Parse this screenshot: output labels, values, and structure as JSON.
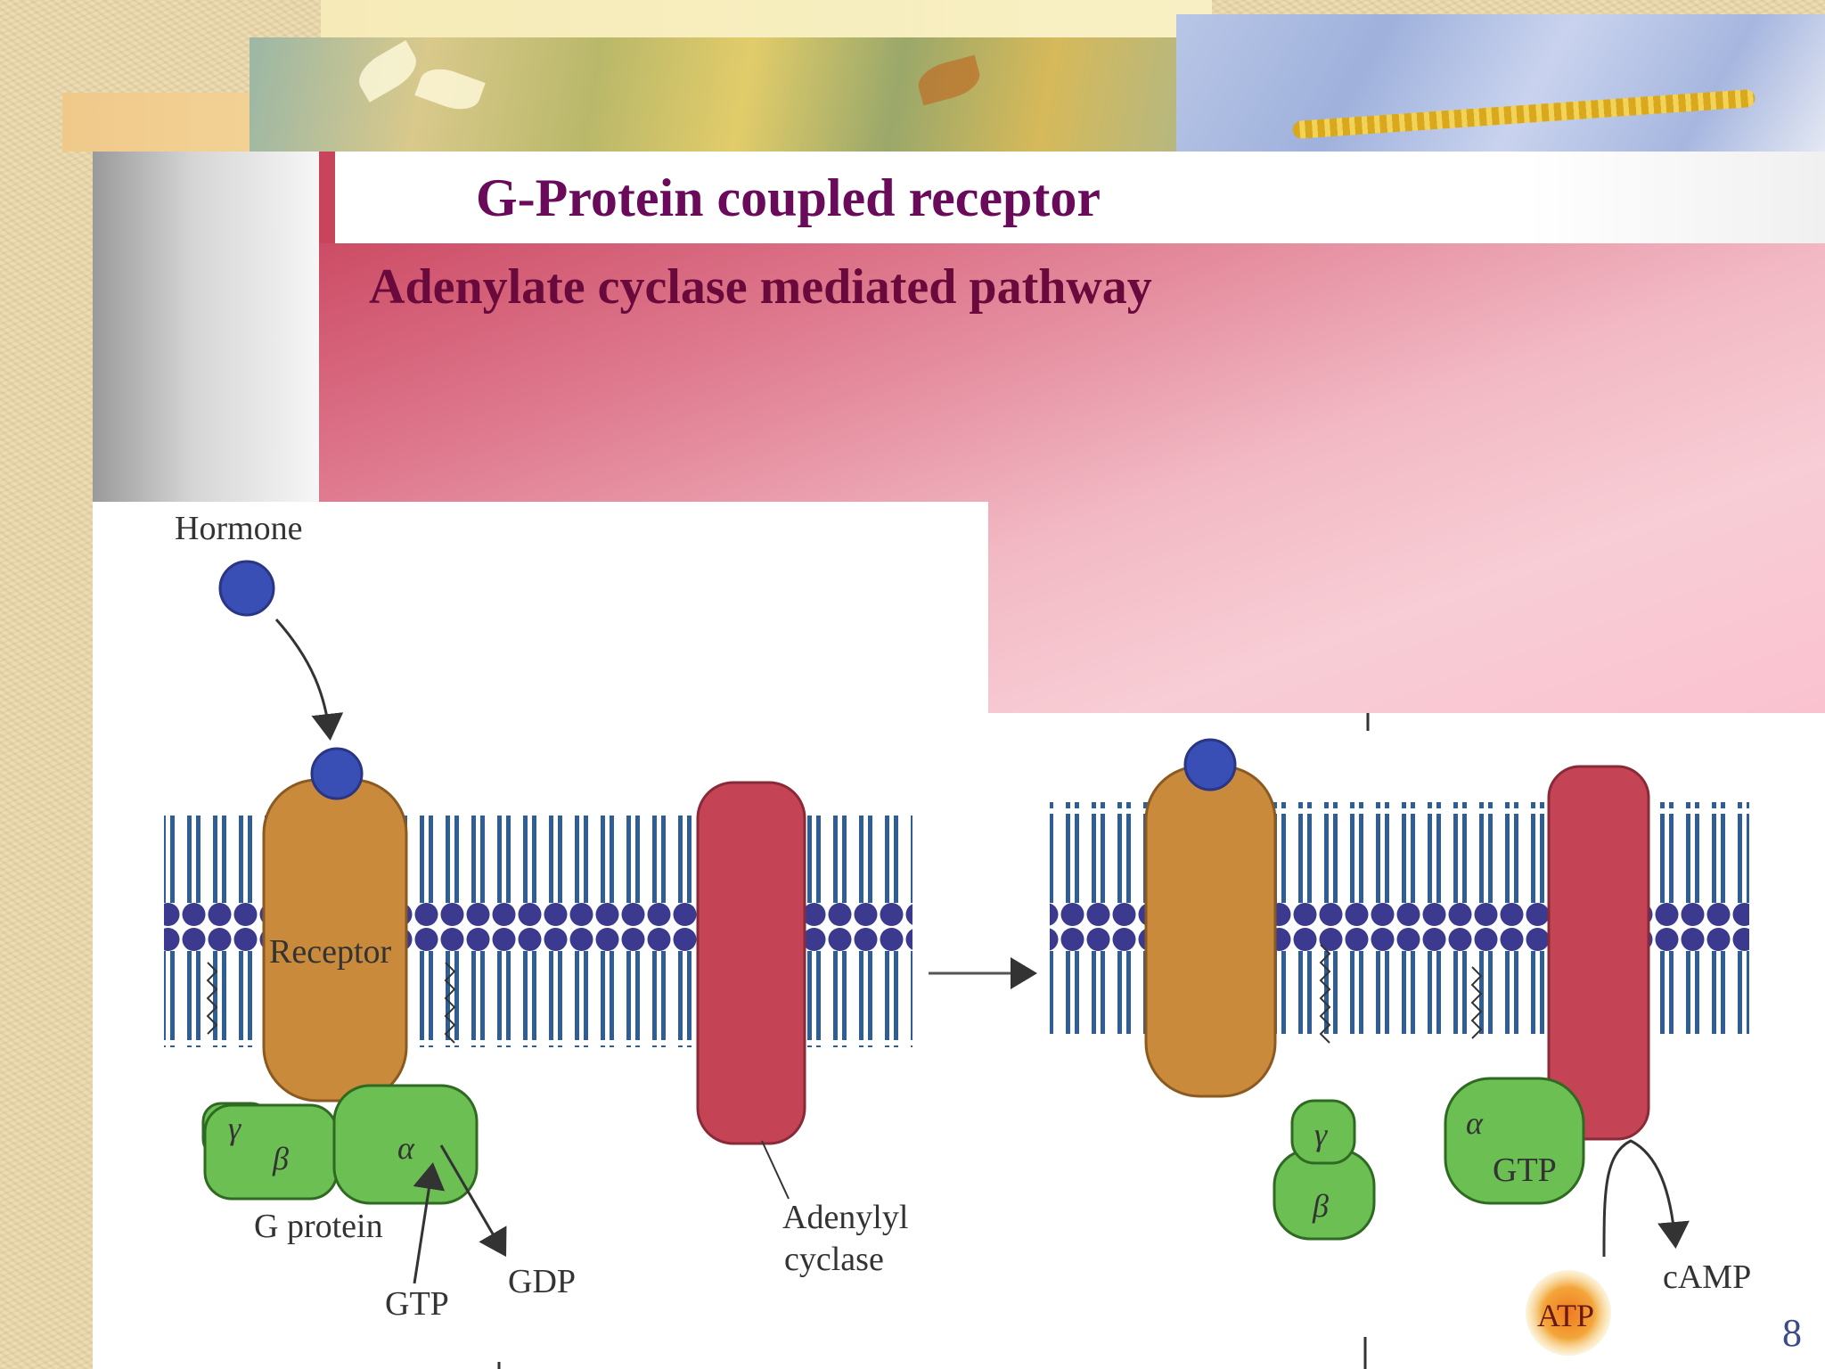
{
  "slide": {
    "title": "G-Protein coupled receptor",
    "subtitle": "Adenylate cyclase mediated pathway",
    "page_number": "8"
  },
  "diagram": {
    "labels": {
      "hormone": "Hormone",
      "receptor": "Receptor",
      "g_protein": "G protein",
      "gtp_left": "GTP",
      "gdp": "GDP",
      "adenylyl": "Adenylyl",
      "cyclase": "cyclase",
      "gamma": "γ",
      "beta": "β",
      "alpha": "α",
      "gtp_right": "GTP",
      "atp": "ATP",
      "camp": "cAMP"
    }
  },
  "colors": {
    "title": "#6a0a5a",
    "subtitle": "#6a0a3c",
    "membrane": "#2f4f8a",
    "receptor": "#c98a3c",
    "adenylyl_cyclase": "#c44456",
    "g_protein": "#6cbf52",
    "hormone": "#3a4fb5"
  }
}
